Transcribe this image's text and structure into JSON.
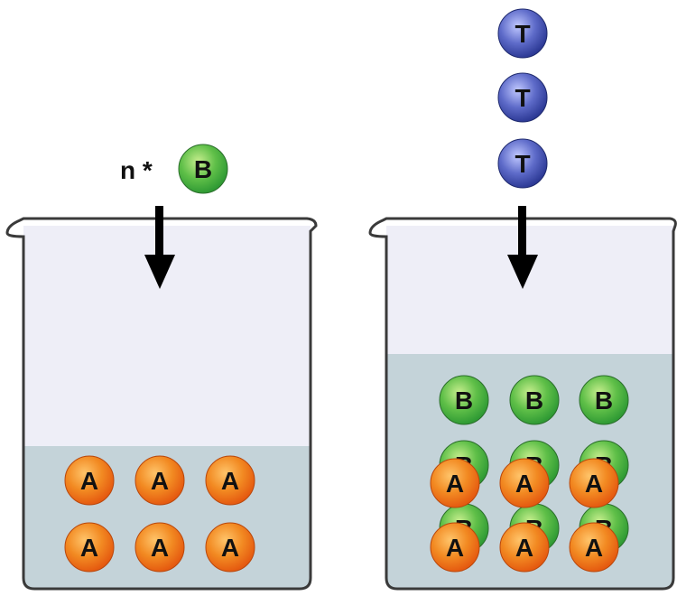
{
  "colors": {
    "beaker_outline": "#3a3a3a",
    "beaker_fill": "#eeeef7",
    "liquid": "#c4d3d9",
    "arrow": "#000000",
    "particle_A": "#f07a18",
    "particle_A_highlight": "#ffb154",
    "particle_B": "#3aa83a",
    "particle_B_highlight": "#a8e07a",
    "particle_T": "#3d4aa3",
    "particle_T_highlight": "#a6b2ff"
  },
  "left_beaker": {
    "added_count_label": "n *",
    "added_particle": "B",
    "particles": [
      "A",
      "A",
      "A",
      "A",
      "A",
      "A"
    ]
  },
  "right_beaker": {
    "added_particles": [
      "T",
      "T",
      "T"
    ],
    "back_particles": [
      "B",
      "B",
      "B",
      "B",
      "B",
      "B",
      "B",
      "B",
      "B"
    ],
    "front_particles": [
      "A",
      "A",
      "A",
      "A",
      "A",
      "A"
    ]
  }
}
